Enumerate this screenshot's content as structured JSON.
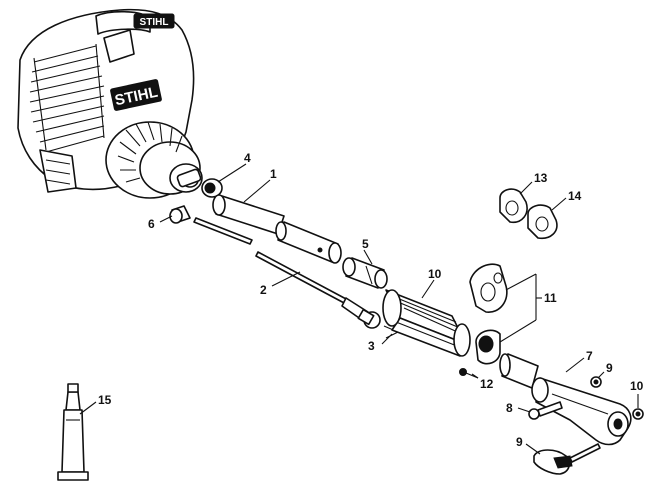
{
  "brand": {
    "large": "STIHL",
    "small": "STIHL"
  },
  "callouts": [
    {
      "id": "c1",
      "label": "1"
    },
    {
      "id": "c2",
      "label": "2"
    },
    {
      "id": "c3",
      "label": "3"
    },
    {
      "id": "c4",
      "label": "4"
    },
    {
      "id": "c5",
      "label": "5"
    },
    {
      "id": "c6",
      "label": "6"
    },
    {
      "id": "c7",
      "label": "7"
    },
    {
      "id": "c8",
      "label": "8"
    },
    {
      "id": "c9",
      "label": "9"
    },
    {
      "id": "c10a",
      "label": "10"
    },
    {
      "id": "c10b",
      "label": "10"
    },
    {
      "id": "c11",
      "label": "11"
    },
    {
      "id": "c12",
      "label": "12"
    },
    {
      "id": "c13",
      "label": "13"
    },
    {
      "id": "c14a",
      "label": "14"
    },
    {
      "id": "c14b",
      "label": "14"
    },
    {
      "id": "c15",
      "label": "15"
    }
  ]
}
